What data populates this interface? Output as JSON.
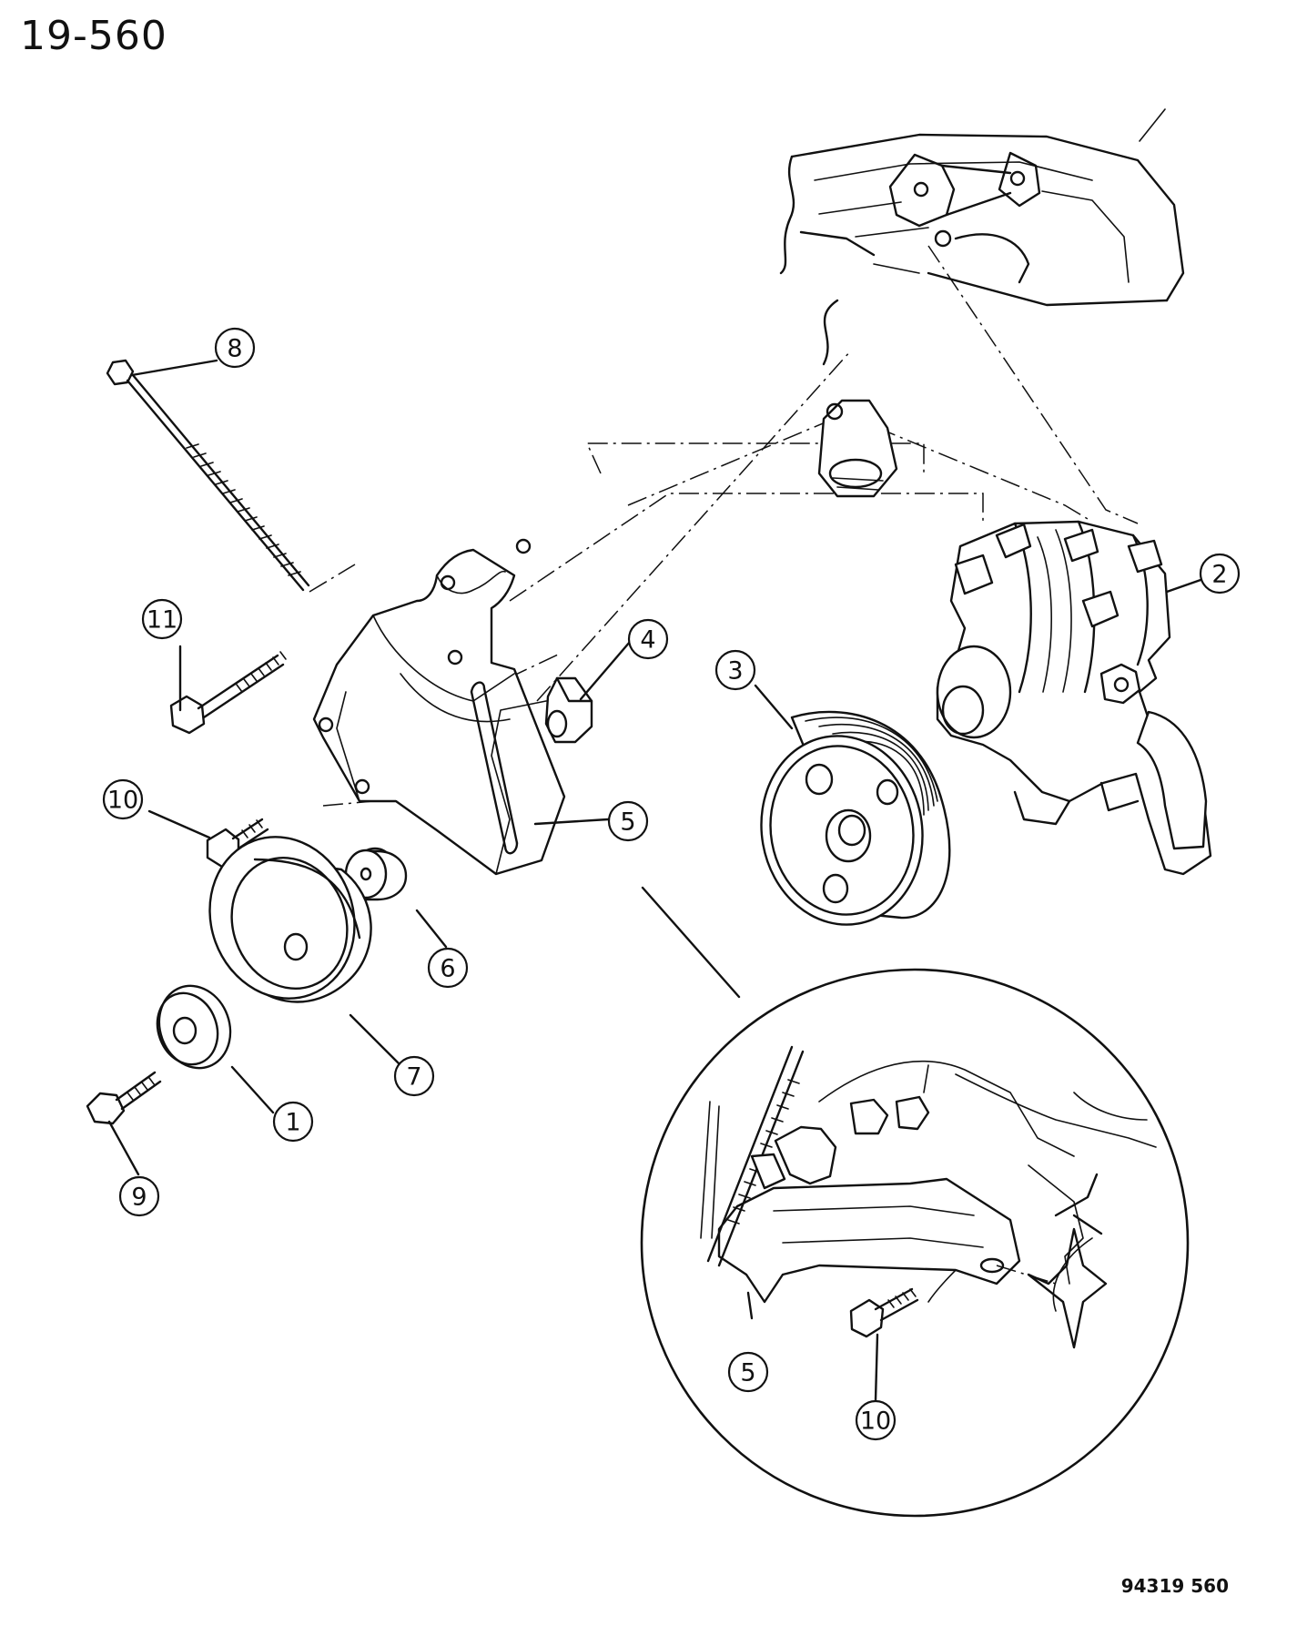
{
  "header": {
    "page_number": "19-560"
  },
  "footer": {
    "drawing_code": "94319 560"
  },
  "callouts": [
    {
      "label": "8"
    },
    {
      "label": "2"
    },
    {
      "label": "11"
    },
    {
      "label": "4"
    },
    {
      "label": "3"
    },
    {
      "label": "10"
    },
    {
      "label": "5"
    },
    {
      "label": "6"
    },
    {
      "label": "7"
    },
    {
      "label": "1"
    },
    {
      "label": "9"
    },
    {
      "label": "5"
    },
    {
      "label": "10"
    }
  ]
}
